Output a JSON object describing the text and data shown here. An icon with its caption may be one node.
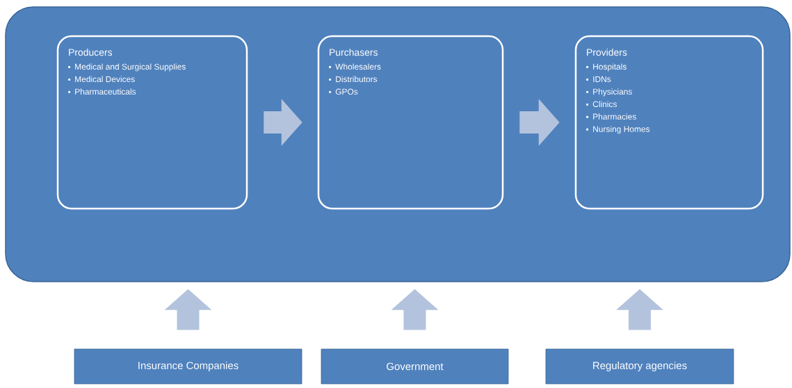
{
  "diagram": {
    "nodes": [
      {
        "text": [],
        "shape": "box"
      },
      {
        "text": [
          "Producers",
          "Medical and Surgical Supplies",
          "Medical Devices",
          "Pharmaceuticals"
        ],
        "in": 0
      },
      {
        "text": [
          "Purchasers",
          "Wholesalers",
          "Distributors",
          "GPOs"
        ],
        "in": 0
      },
      {
        "text": [
          "Providers",
          "Hospitals",
          "IDNs",
          "Physicians",
          "Clinics",
          "Pharmacies",
          "Nursing Homes"
        ],
        "in": 0
      },
      {
        "text": [
          "Insurance Companies"
        ]
      },
      {
        "text": [
          "Government"
        ]
      },
      {
        "text": [
          "Regulatory agencies"
        ]
      }
    ],
    "edges": [
      {
        "from": 1,
        "to": 2,
        "arrow": "to"
      },
      {
        "from": 2,
        "to": 3,
        "arrow": "to"
      },
      {
        "from": 4,
        "to": 0,
        "arrow": "to"
      },
      {
        "from": 5,
        "to": 0,
        "arrow": "to"
      },
      {
        "from": 6,
        "to": 0,
        "arrow": "to"
      }
    ]
  }
}
